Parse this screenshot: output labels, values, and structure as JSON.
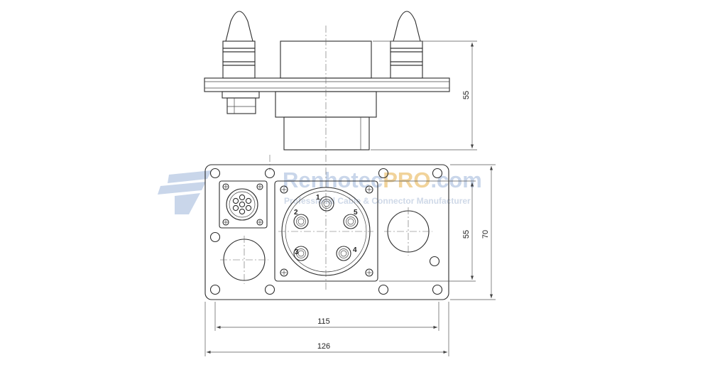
{
  "watermark": {
    "brand_main": "Renhotec",
    "brand_pro": "PRO",
    "brand_tld": ".com",
    "tagline": "Professional Cable & Connector Manufacturer",
    "logo_color": "#c9d6ea",
    "accent_color": "#f1d39a"
  },
  "dimensions": {
    "side_height": "55",
    "front_inner_height": "55",
    "front_outer_height": "70",
    "inner_width": "115",
    "outer_width": "126"
  },
  "pin_labels": [
    "1",
    "2",
    "5",
    "3",
    "4"
  ],
  "colors": {
    "line": "#2b2b2b",
    "dimension": "#555555"
  }
}
